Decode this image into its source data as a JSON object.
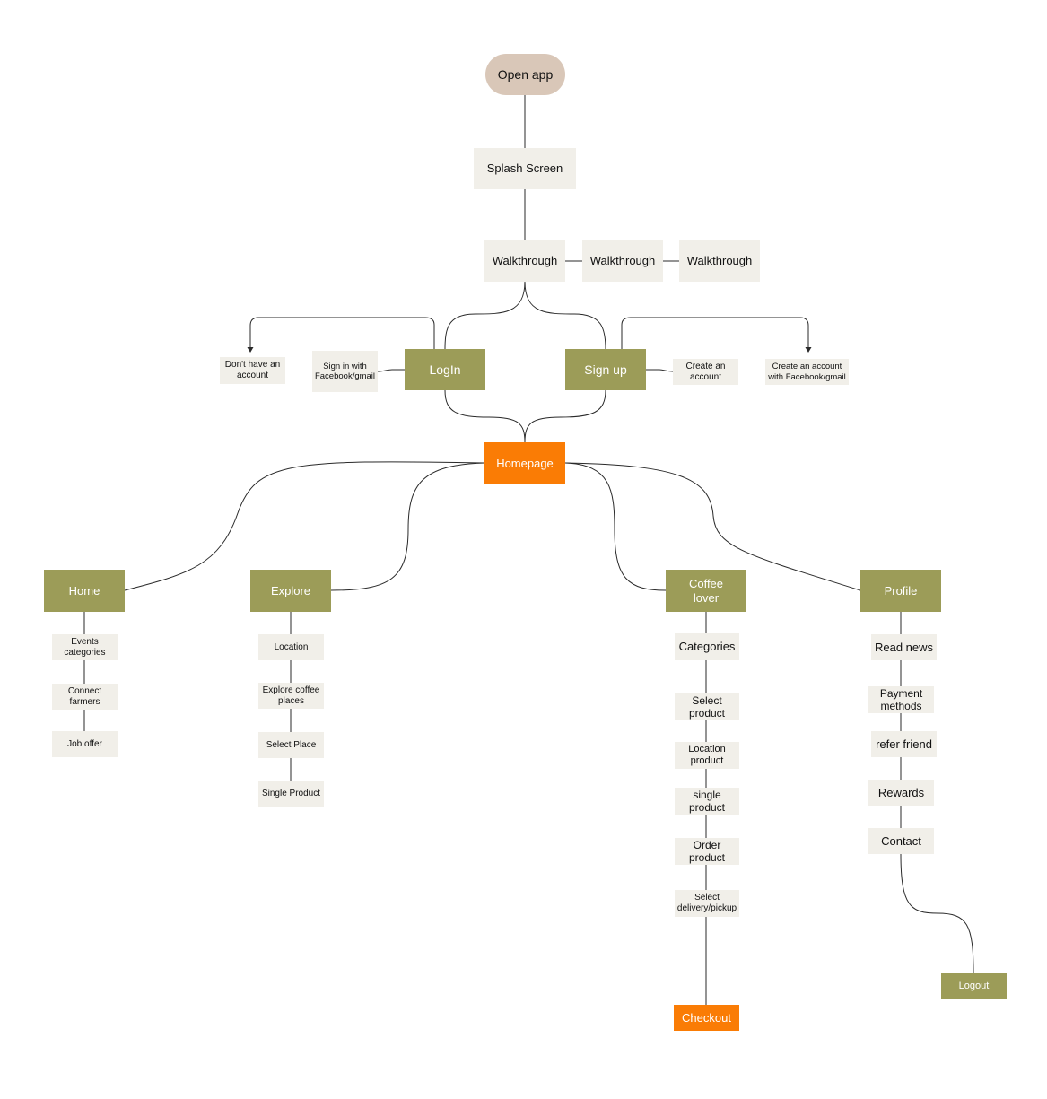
{
  "nodes": {
    "open_app": "Open app",
    "splash_screen": "Splash Screen",
    "walkthrough_1": "Walkthrough",
    "walkthrough_2": "Walkthrough",
    "walkthrough_3": "Walkthrough",
    "dont_have_account": "Don't have an\naccount",
    "sign_in_with": "Sign in with\nFacebook/gmail",
    "login": "LogIn",
    "sign_up": "Sign up",
    "create_account": "Create an\naccount",
    "create_account_facebook": "Create an account\nwith Facebook/gmail",
    "homepage": "Homepage",
    "home": "Home",
    "explore": "Explore",
    "coffee_lover": "Coffee\nlover",
    "profile": "Profile",
    "events_categories": "Events\ncategories",
    "connect_farmers": "Connect\nfarmers",
    "job_offer": "Job offer",
    "location": "Location",
    "explore_coffee_places": "Explore coffee\nplaces",
    "select_place": "Select Place",
    "single_product": "Single Product",
    "categories": "Categories",
    "select_product": "Select\nproduct",
    "location_product": "Location\nproduct",
    "single_product_lower": "single\nproduct",
    "order_product": "Order\nproduct",
    "select_delivery_pickup": "Select\ndelivery/pickup",
    "checkout": "Checkout",
    "read_news": "Read news",
    "payment_methods": "Payment\nmethods",
    "refer_friend": "refer friend",
    "rewards": "Rewards",
    "contact": "Contact",
    "logout": "Logout"
  },
  "colors": {
    "light_node": "#f1efe9",
    "green_node": "#9c9c58",
    "orange_node": "#fa7c05",
    "start_pill": "#d9c7b8",
    "line": "#2a2a2a"
  }
}
